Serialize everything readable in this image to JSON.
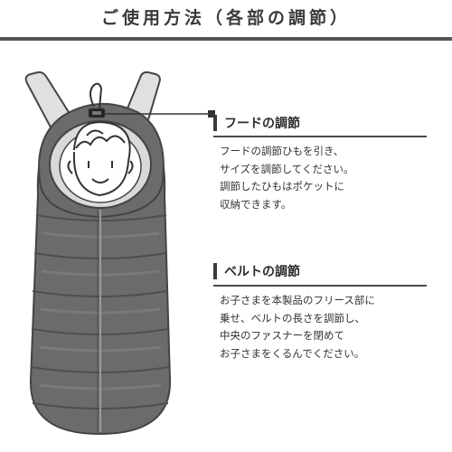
{
  "page_title": "ご使用方法（各部の調節）",
  "colors": {
    "bag_fill": "#6d6d6d",
    "bag_dark": "#5a5a5a",
    "line": "#444444",
    "face_bg": "#ffffff"
  },
  "sections": [
    {
      "heading": "フードの調節",
      "lines": [
        "フードの調節ひもを引き、",
        "サイズを調節してください。",
        "調節したひもはポケットに",
        "収納できます。"
      ]
    },
    {
      "heading": "ベルトの調節",
      "lines": [
        "お子さまを本製品のフリース部に",
        "乗せ、ベルトの長さを調節し、",
        "中央のファスナーを閉めて",
        "お子さまをくるんでください。"
      ]
    }
  ]
}
